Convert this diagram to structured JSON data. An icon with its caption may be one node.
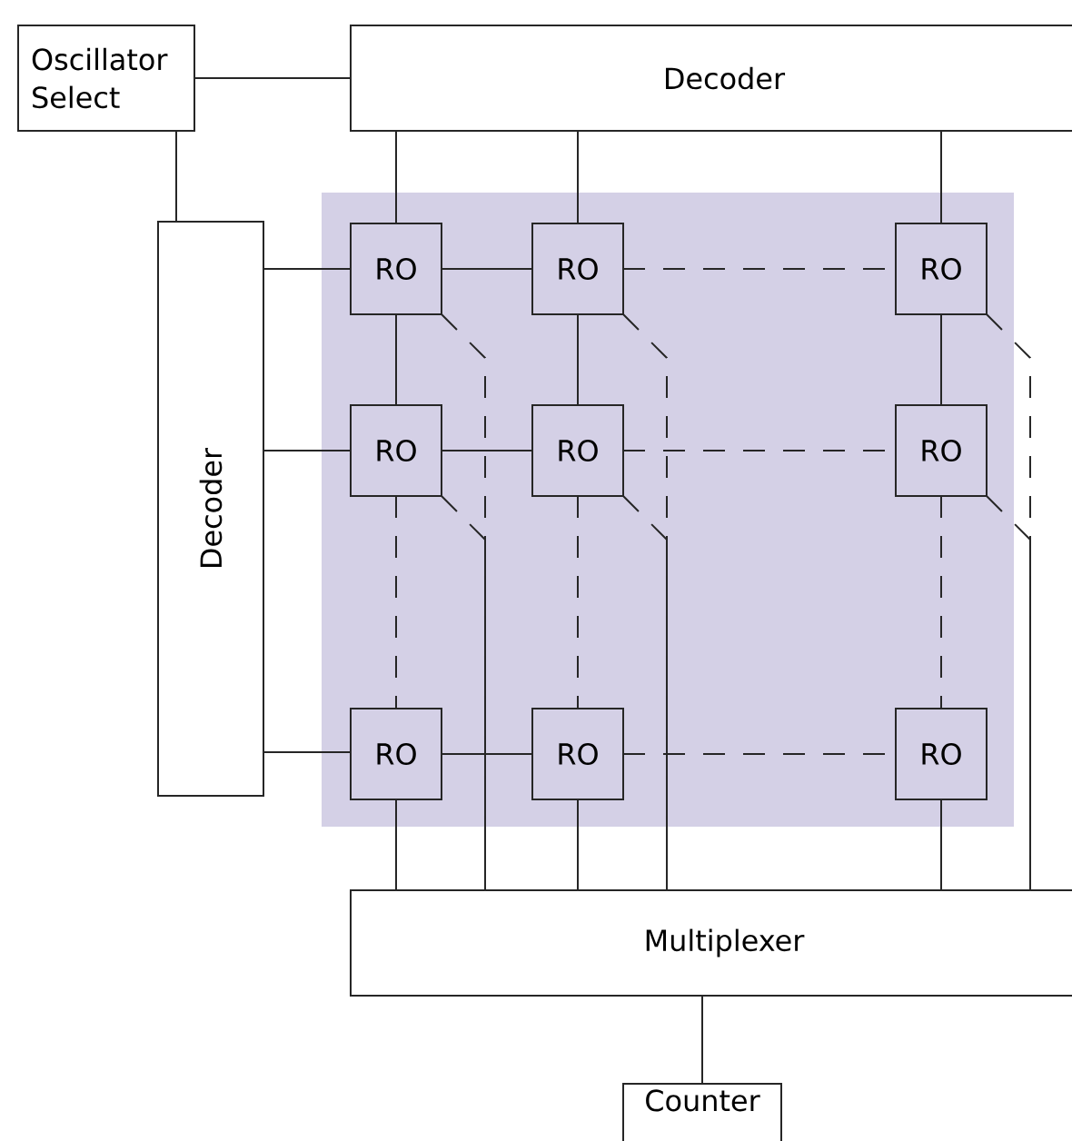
{
  "diagram": {
    "nodes": [
      {
        "text": [
          "Oscillator Select"
        ]
      },
      {
        "text": [
          "Decoder"
        ]
      },
      {
        "text": [
          "Decoder"
        ]
      },
      {
        "text": [],
        "shape": "box"
      },
      {
        "text": [
          "RO"
        ],
        "in": 3
      },
      {
        "text": [
          "RO"
        ],
        "in": 3
      },
      {
        "text": [
          "RO"
        ],
        "in": 3
      },
      {
        "text": [
          "RO"
        ],
        "in": 3
      },
      {
        "text": [
          "RO"
        ],
        "in": 3
      },
      {
        "text": [
          "RO"
        ],
        "in": 3
      },
      {
        "text": [
          "RO"
        ],
        "in": 3
      },
      {
        "text": [
          "RO"
        ],
        "in": 3
      },
      {
        "text": [
          "RO"
        ],
        "in": 3
      },
      {
        "text": [
          "Multiplexer"
        ]
      },
      {
        "text": [
          "Counter"
        ]
      }
    ],
    "edges": [
      {
        "from": 0,
        "to": 1,
        "arrow": "none"
      },
      {
        "from": 0,
        "to": 2,
        "arrow": "none"
      },
      {
        "from": 1,
        "to": 4,
        "arrow": "none"
      },
      {
        "from": 1,
        "to": 5,
        "arrow": "none"
      },
      {
        "from": 1,
        "to": 6,
        "arrow": "none"
      },
      {
        "from": 2,
        "to": 4,
        "arrow": "none"
      },
      {
        "from": 2,
        "to": 7,
        "arrow": "none"
      },
      {
        "from": 2,
        "to": 10,
        "arrow": "none"
      },
      {
        "from": 4,
        "to": 5,
        "arrow": "none"
      },
      {
        "from": 5,
        "to": 6,
        "arrow": "none",
        "style": "dashed"
      },
      {
        "from": 7,
        "to": 8,
        "arrow": "none"
      },
      {
        "from": 8,
        "to": 9,
        "arrow": "none",
        "style": "dashed"
      },
      {
        "from": 10,
        "to": 11,
        "arrow": "none"
      },
      {
        "from": 11,
        "to": 12,
        "arrow": "none",
        "style": "dashed"
      },
      {
        "from": 4,
        "to": 7,
        "arrow": "none"
      },
      {
        "from": 5,
        "to": 8,
        "arrow": "none"
      },
      {
        "from": 6,
        "to": 9,
        "arrow": "none"
      },
      {
        "from": 7,
        "to": 10,
        "arrow": "none",
        "style": "dashed"
      },
      {
        "from": 8,
        "to": 11,
        "arrow": "none",
        "style": "dashed"
      },
      {
        "from": 9,
        "to": 12,
        "arrow": "none",
        "style": "dashed"
      },
      {
        "from": 4,
        "to": 13,
        "arrow": "none",
        "style": "dashed"
      },
      {
        "from": 7,
        "to": 13,
        "arrow": "none",
        "style": "dashed"
      },
      {
        "from": 10,
        "to": 13,
        "arrow": "none"
      },
      {
        "from": 5,
        "to": 13,
        "arrow": "none",
        "style": "dashed"
      },
      {
        "from": 8,
        "to": 13,
        "arrow": "none",
        "style": "dashed"
      },
      {
        "from": 11,
        "to": 13,
        "arrow": "none"
      },
      {
        "from": 6,
        "to": 13,
        "arrow": "none",
        "style": "dashed"
      },
      {
        "from": 9,
        "to": 13,
        "arrow": "none",
        "style": "dashed"
      },
      {
        "from": 12,
        "to": 13,
        "arrow": "none"
      },
      {
        "from": 13,
        "to": 14,
        "arrow": "none"
      }
    ]
  }
}
